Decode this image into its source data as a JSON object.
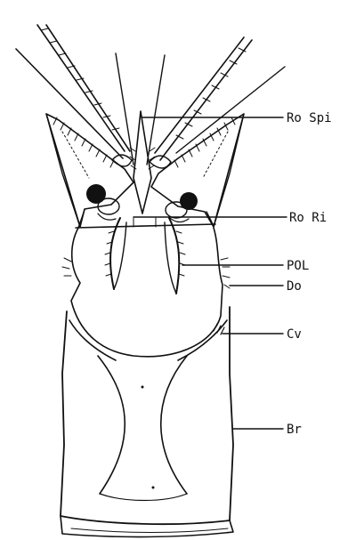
{
  "labels": {
    "ro_spi": "Ro Spi",
    "ro_ri": "Ro Ri",
    "pol": "POL",
    "do": "Do",
    "cv": "Cv",
    "br": "Br"
  },
  "colors": {
    "ink": "#111111",
    "background": "#ffffff"
  }
}
